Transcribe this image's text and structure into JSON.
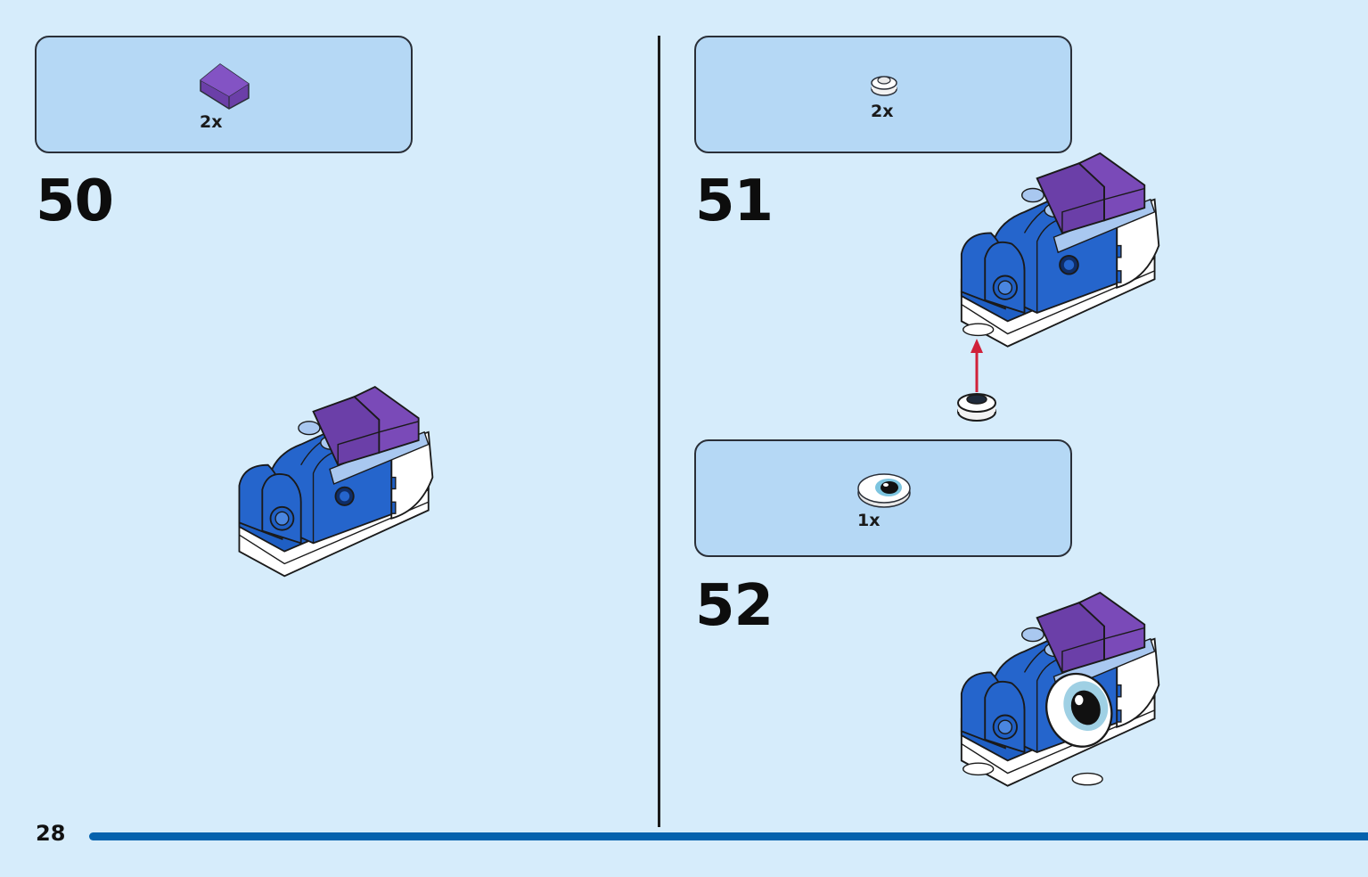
{
  "page": {
    "number": "28"
  },
  "steps": [
    {
      "number": "50",
      "parts": [
        {
          "name": "purple-slope-brick-icon",
          "quantity": "2x"
        }
      ]
    },
    {
      "number": "51",
      "parts": [
        {
          "name": "white-round-plate-icon",
          "quantity": "2x"
        }
      ]
    },
    {
      "number": "52",
      "parts": [
        {
          "name": "eye-tile-icon",
          "quantity": "1x"
        }
      ]
    }
  ],
  "colors": {
    "background": "#d6ecfb",
    "callout_fill": "#b5d8f5",
    "brick_blue": "#1f5fc4",
    "brick_purple": "#6b3fa8",
    "footer_bar": "#0562ad",
    "arrow_red": "#d0213a"
  }
}
